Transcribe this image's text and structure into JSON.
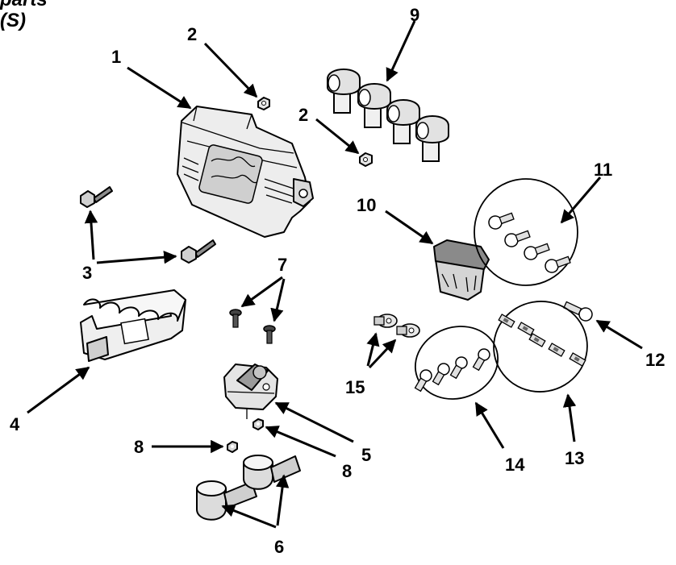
{
  "header": {
    "line1": "parts",
    "line2": "(S)"
  },
  "callouts": [
    "1",
    "2",
    "2",
    "3",
    "4",
    "5",
    "6",
    "7",
    "8",
    "8",
    "9",
    "10",
    "11",
    "12",
    "13",
    "14",
    "15"
  ],
  "colors": {
    "line": "#000000",
    "fill_light": "#f2f2f2",
    "fill_mid": "#d9d9d9",
    "fill_dark": "#8c8c8c",
    "background": "#ffffff"
  }
}
